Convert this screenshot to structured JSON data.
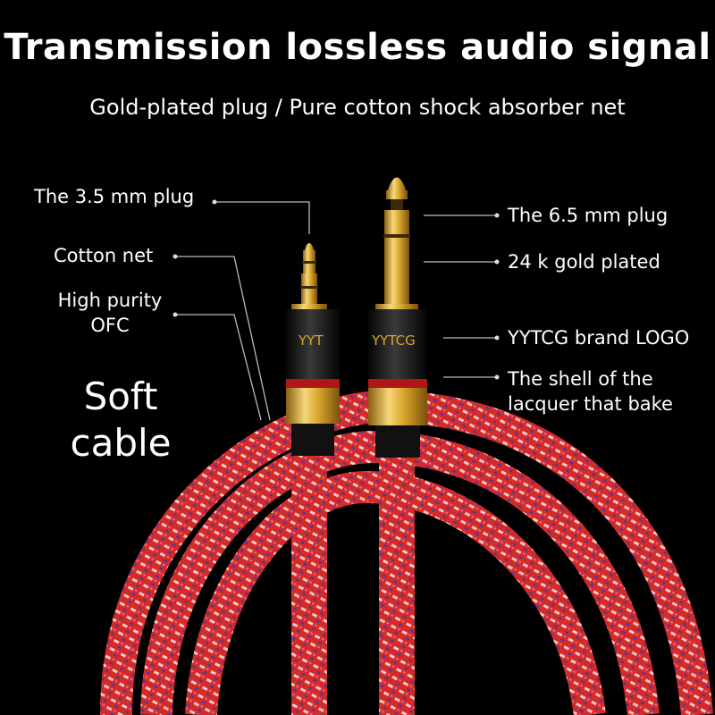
{
  "headline": "Transmission lossless audio signal",
  "subheadline": "Gold-plated plug / Pure cotton shock absorber net",
  "labels": {
    "plug_35": "The 3.5 mm plug",
    "cotton_net": "Cotton net",
    "ofc_line1": "High purity",
    "ofc_line2": "OFC",
    "plug_65": "The 6.5 mm plug",
    "gold": "24 k gold plated",
    "logo": "YYTCG brand LOGO",
    "shell_line1": "The shell of the",
    "shell_line2": "lacquer that bake"
  },
  "soft_cable": {
    "line1": "Soft",
    "line2": "cable"
  },
  "brand_on_plugs": {
    "small": "YYT",
    "large": "YYTCG"
  },
  "colors": {
    "background": "#000000",
    "cable_red": "#d42a2a",
    "gold": "#d9a62e",
    "plug_black": "#111111",
    "stripe_red": "#b01616",
    "leader_line": "#bbbbbb"
  }
}
